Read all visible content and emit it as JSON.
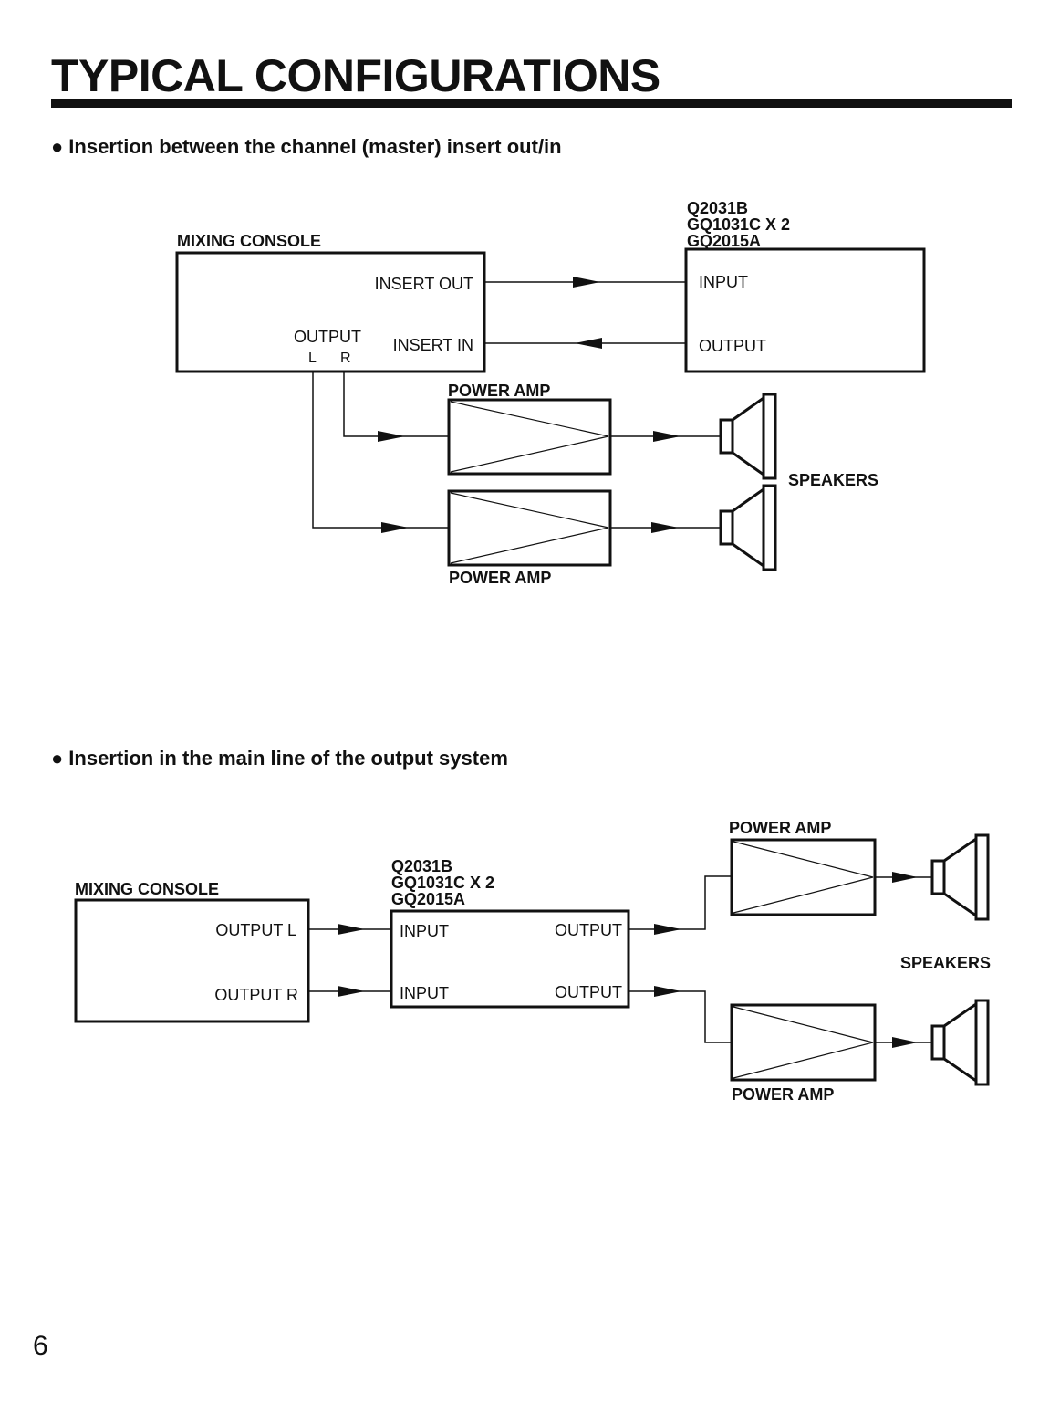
{
  "page": {
    "title": "TYPICAL CONFIGURATIONS",
    "page_number": "6"
  },
  "section1": {
    "heading": "Insertion between the channel (master) insert out/in",
    "mixing_console": "MIXING CONSOLE",
    "insert_out": "INSERT OUT",
    "insert_in": "INSERT IN",
    "output": "OUTPUT",
    "output_l": "L",
    "output_r": "R",
    "device_model_1": "Q2031B",
    "device_model_2": "GQ1031C X 2",
    "device_model_3": "GQ2015A",
    "device_input": "INPUT",
    "device_output": "OUTPUT",
    "power_amp_top": "POWER AMP",
    "power_amp_bottom": "POWER AMP",
    "speakers": "SPEAKERS"
  },
  "section2": {
    "heading": "Insertion in the main line of the output system",
    "mixing_console": "MIXING CONSOLE",
    "output_l": "OUTPUT L",
    "output_r": "OUTPUT R",
    "device_model_1": "Q2031B",
    "device_model_2": "GQ1031C X 2",
    "device_model_3": "GQ2015A",
    "device_input_1": "INPUT",
    "device_input_2": "INPUT",
    "device_output_1": "OUTPUT",
    "device_output_2": "OUTPUT",
    "power_amp_top": "POWER AMP",
    "power_amp_bottom": "POWER AMP",
    "speakers": "SPEAKERS"
  }
}
